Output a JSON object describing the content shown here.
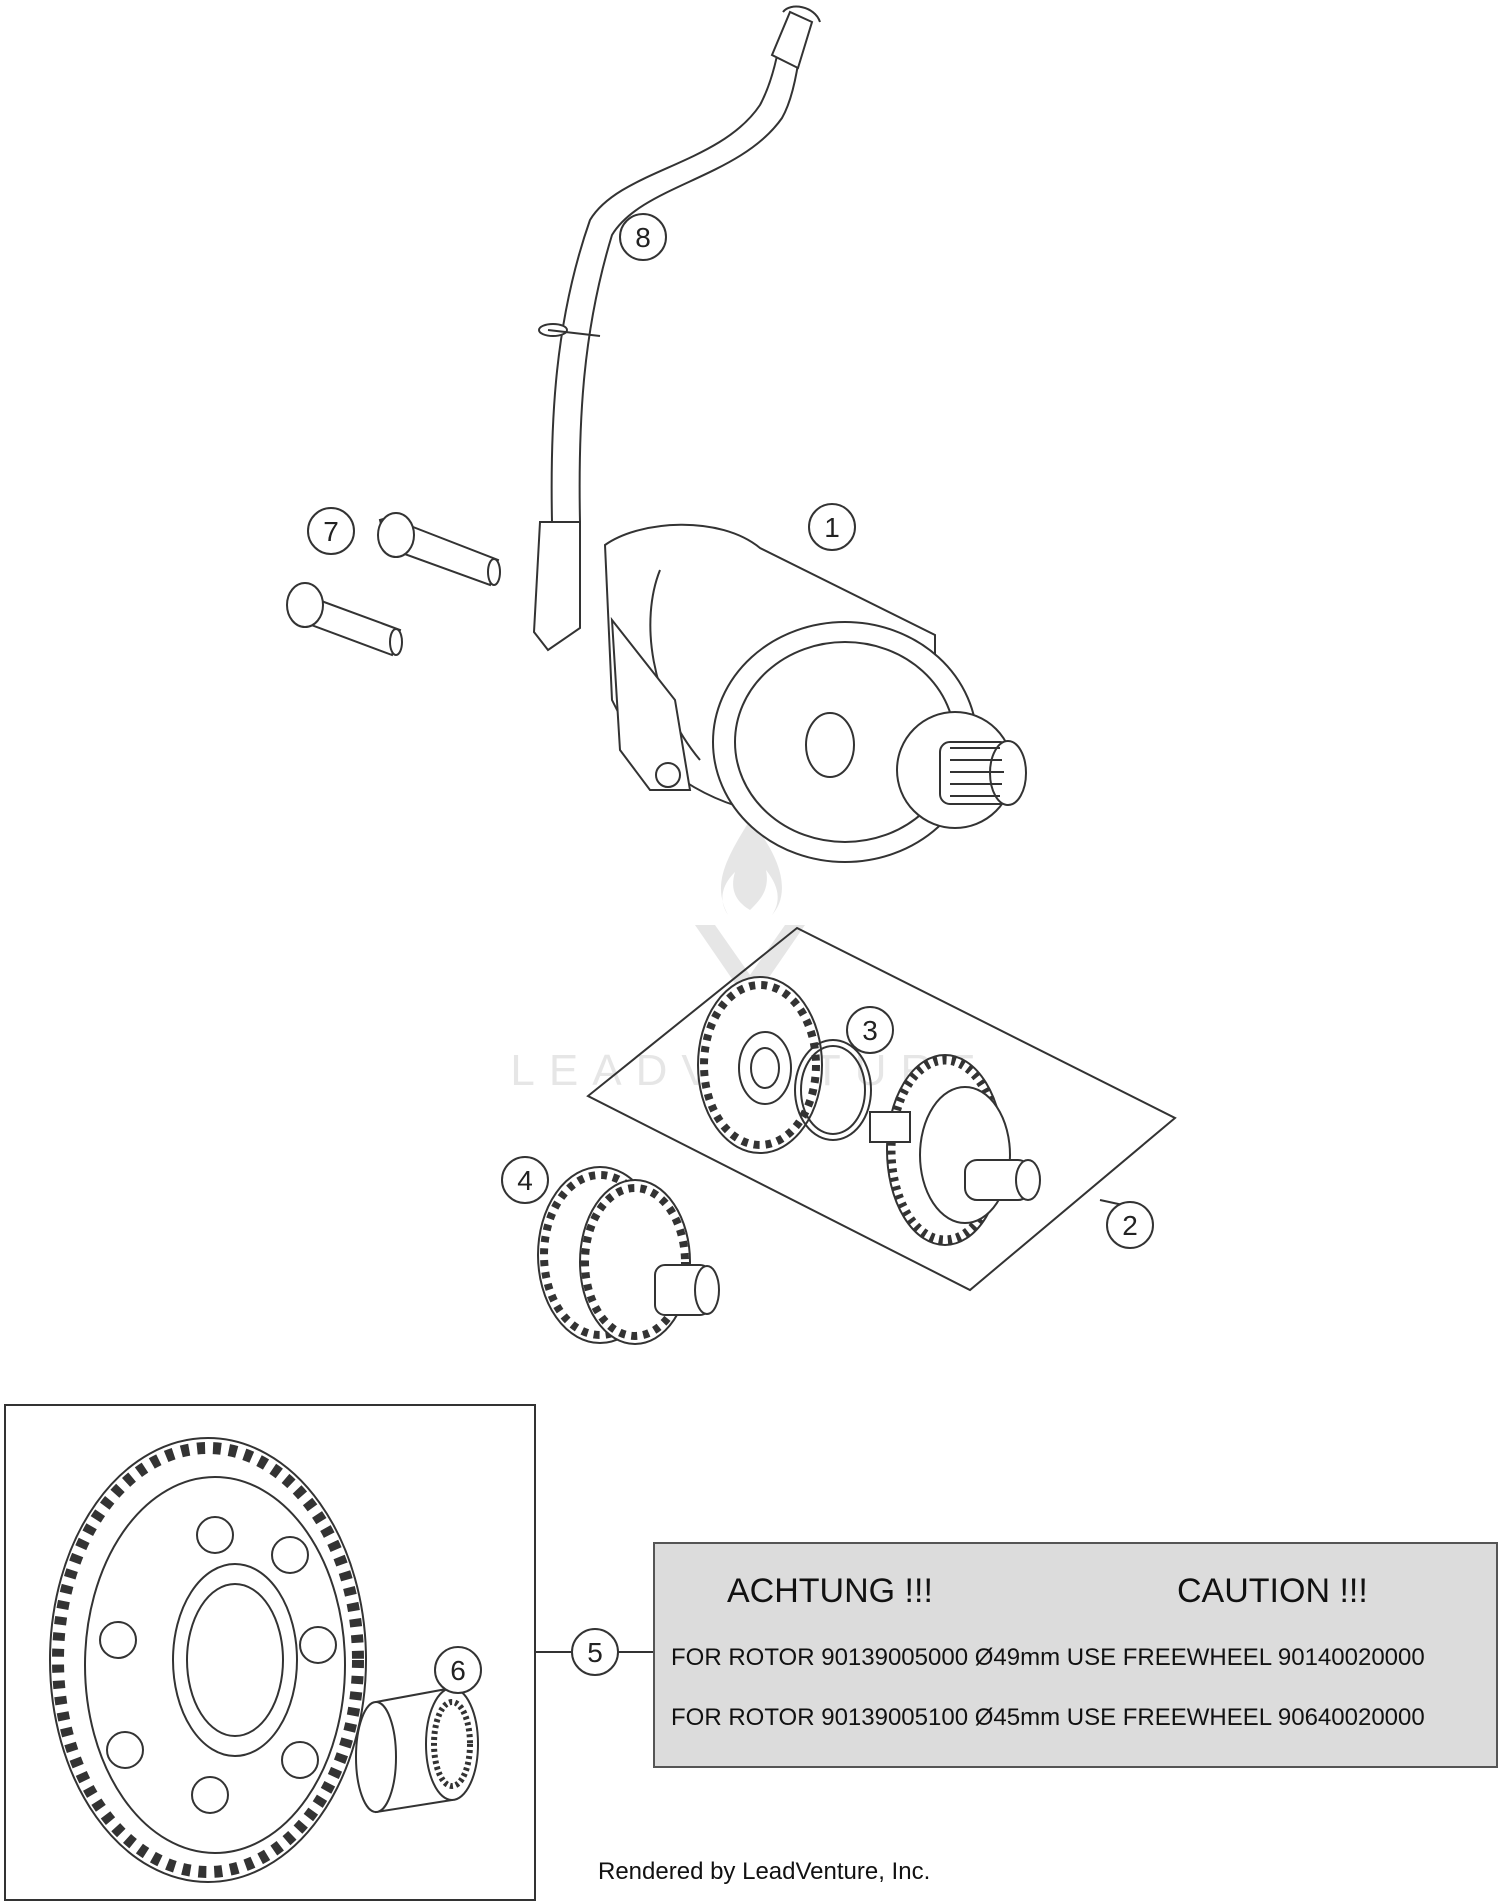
{
  "callouts": {
    "c1": "1",
    "c2": "2",
    "c3": "3",
    "c4": "4",
    "c5": "5",
    "c6": "6",
    "c7": "7",
    "c8": "8"
  },
  "caution": {
    "title_de": "ACHTUNG !!!",
    "title_en": "CAUTION !!!",
    "line1": "FOR ROTOR 90139005000 Ø49mm USE FREEWHEEL 90140020000",
    "line2": "FOR ROTOR 90139005100 Ø45mm USE FREEWHEEL 90640020000"
  },
  "watermark": "LEADVENTURE",
  "credit": "Rendered by LeadVenture, Inc."
}
